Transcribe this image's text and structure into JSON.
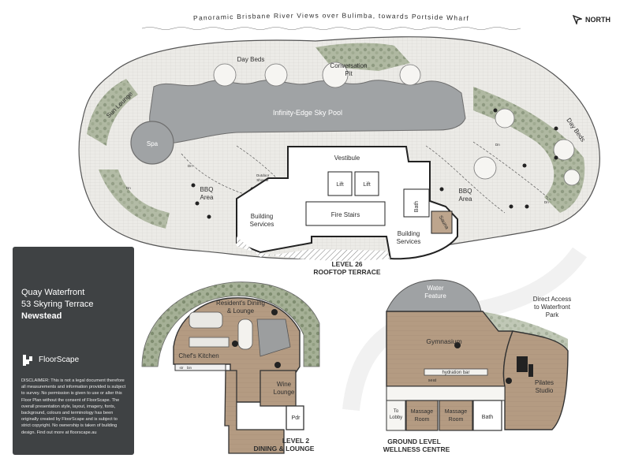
{
  "header": {
    "river_caption": "Panoramic Brisbane River Views over Bulimba, towards Portside Wharf",
    "north_label": "NORTH"
  },
  "level26": {
    "title": "LEVEL 26",
    "subtitle": "ROOFTOP TERRACE",
    "labels": {
      "day_beds_top": "Day Beds",
      "conversation": "Conversation",
      "pit": "Pit",
      "sun_lounge": "Sun Lounge",
      "pool": "Infinity-Edge Sky Pool",
      "spa": "Spa",
      "day_beds_right": "Day Beds",
      "vestibule": "Vestibule",
      "lift_1": "Lift",
      "lift_2": "Lift",
      "fire_stairs": "Fire Stairs",
      "bath": "Bath",
      "sauna": "Sauna",
      "outdoor": "Outdoor",
      "shower": "Shower",
      "bbq_left": "BBQ",
      "area_left": "Area",
      "bbq_right": "BBQ",
      "area_right": "Area",
      "bs_left_1": "Building",
      "bs_left_2": "Services",
      "bs_right_1": "Building",
      "bs_right_2": "Services",
      "dn_1": "Dn",
      "dn_2": "Dn",
      "dn_3": "Dn",
      "dn_4": "Dn"
    }
  },
  "level2": {
    "title": "LEVEL 2",
    "subtitle": "DINING & LOUNGE",
    "labels": {
      "dining_1": "Resident's Dining",
      "dining_2": "& Lounge",
      "chefs_kitchen": "Chef's Kitchen",
      "wine_1": "Wine",
      "wine_2": "Lounge",
      "pdr": "Pdr",
      "str": "str",
      "bin": "bin"
    }
  },
  "ground": {
    "title": "GROUND LEVEL",
    "subtitle": "WELLNESS CENTRE",
    "labels": {
      "water_1": "Water",
      "water_2": "Feature",
      "direct_1": "Direct Access",
      "direct_2": "to Waterfront",
      "direct_3": "Park",
      "gymnasium": "Gymnasium",
      "hydration": "hydration bar",
      "seat": "seat",
      "pilates_1": "Pilates",
      "pilates_2": "Studio",
      "to": "To",
      "lobby": "Lobby",
      "massage_1a": "Massage",
      "massage_1b": "Room",
      "massage_2a": "Massage",
      "massage_2b": "Room",
      "bath": "Bath"
    }
  },
  "card": {
    "line1": "Quay Waterfront",
    "line2": "53 Skyring Terrace",
    "line3": "Newstead",
    "brand": "FloorScape",
    "disclaimer": "DISCLAIMER: This is not a legal document therefore all measurements and information provided is subject to survey. No permission is given to use or alter this Floor Plan without the consent of FloorScape. The overall presentation style, layout, imagery, fonts, background, colours and terminology has been originally created by FloorScape and is subject to strict copyright. No ownership is taken of building design. Find out more at floorscape.au"
  },
  "colors": {
    "deck": "#e9e8e4",
    "pool": "#9fa2a4",
    "wood": "#b79f86",
    "dark": "#3f4244",
    "greenery": "#8e9a7f"
  }
}
